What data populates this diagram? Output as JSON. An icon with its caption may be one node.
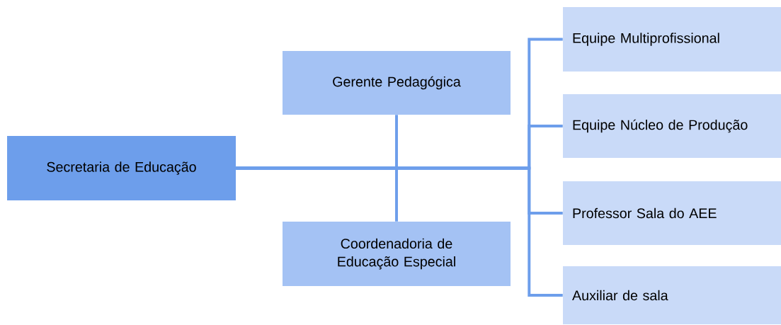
{
  "diagram": {
    "nodes": [
      {
        "text": [
          "Secretaria de Educação"
        ]
      },
      {
        "text": [
          "Gerente Pedagógica"
        ]
      },
      {
        "text": [
          "Coordenadoria de Educação Especial"
        ]
      },
      {
        "text": [
          "Equipe Multiprofissional"
        ]
      },
      {
        "text": [
          "Equipe Núcleo de Produção"
        ]
      },
      {
        "text": [
          "Professor Sala do AEE"
        ]
      },
      {
        "text": [
          "Auxiliar de sala"
        ]
      }
    ],
    "edges": [
      {
        "from": 0,
        "to": 1,
        "arrow": "none"
      },
      {
        "from": 0,
        "to": 2,
        "arrow": "none"
      },
      {
        "from": 0,
        "to": 3,
        "arrow": "none"
      },
      {
        "from": 0,
        "to": 4,
        "arrow": "none"
      },
      {
        "from": 0,
        "to": 5,
        "arrow": "none"
      },
      {
        "from": 0,
        "to": 6,
        "arrow": "none"
      }
    ]
  }
}
